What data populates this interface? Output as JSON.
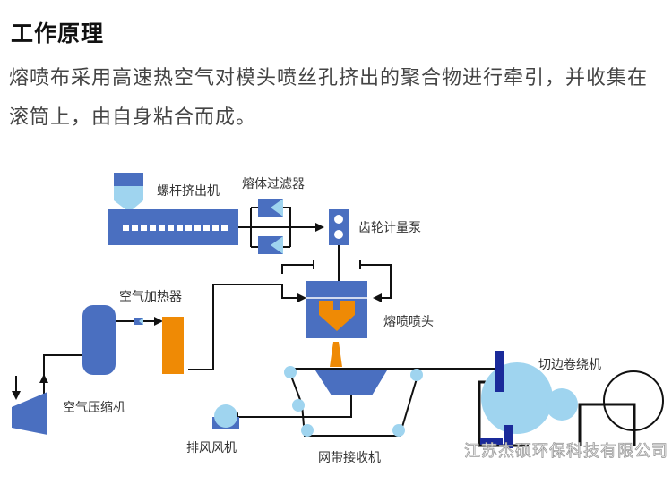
{
  "heading": "工作原理",
  "description": "熔喷布采用高速热空气对模头喷丝孔挤出的聚合物进行牵引，并收集在滚筒上，由自身粘合而成。",
  "diagram": {
    "labels": {
      "screw_extruder": "螺杆挤出机",
      "melt_filter": "熔体过滤器",
      "gear_metering_pump": "齿轮计量泵",
      "air_heater": "空气加热器",
      "meltblown_die": "熔喷喷头",
      "air_compressor": "空气压缩机",
      "edge_trim_winder": "切边卷绕机",
      "exhaust_fan": "排风风机",
      "mesh_belt_collector": "网带接收机"
    },
    "colors": {
      "blue": "#4a6fc0",
      "light_blue": "#9fd4ef",
      "orange": "#ef8a05",
      "dark_blue": "#1a2a9a",
      "line": "#111111"
    },
    "watermark": "江苏杰硕环保科技有限公司"
  }
}
